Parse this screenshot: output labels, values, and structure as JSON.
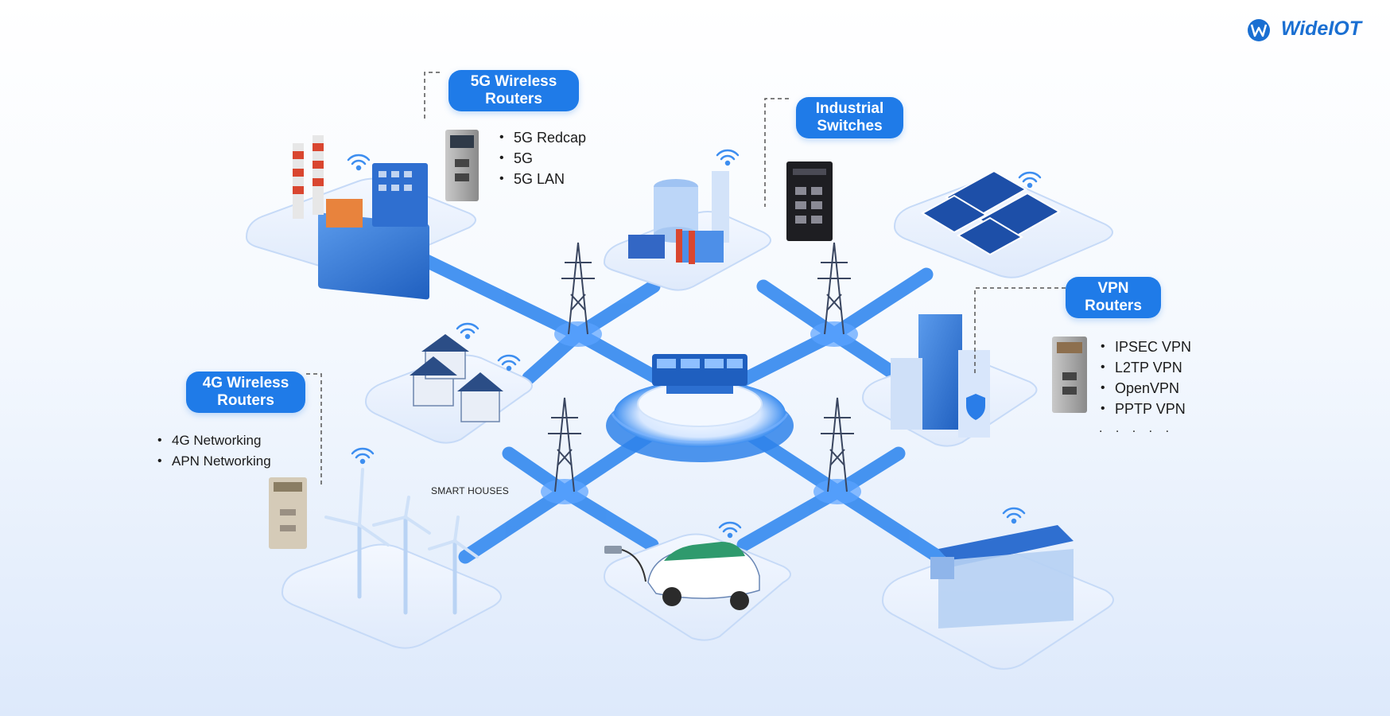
{
  "brand": {
    "name": "WideIOT",
    "logo_color": "#1a6fd2"
  },
  "colors": {
    "accent": "#1f7be8",
    "link": "#3d8ef0",
    "tile": "#eaf2fd",
    "tile_edge": "#c6daf7"
  },
  "labels": {
    "router_5g": {
      "line1": "5G Wireless",
      "line2": "Routers",
      "features": [
        "5G Redcap",
        "5G",
        "5G LAN"
      ]
    },
    "switches": {
      "line1": "Industrial",
      "line2": "Switches"
    },
    "vpn": {
      "line1": "VPN",
      "line2": "Routers",
      "features": [
        "IPSEC VPN",
        "L2TP VPN",
        "OpenVPN",
        "PPTP VPN"
      ],
      "more": ". . . . ."
    },
    "router_4g": {
      "line1": "4G Wireless",
      "line2": "Routers",
      "features": [
        "4G Networking",
        "APN Networking"
      ]
    }
  },
  "captions": {
    "smart_houses": "SMART HOUSES"
  },
  "nodes": [
    "factory",
    "power-plant",
    "solar-farm",
    "smart-houses",
    "control-center",
    "office-buildings",
    "wind-farm",
    "electric-vehicle",
    "hydro-plant"
  ],
  "icons": [
    "wifi-icon",
    "transmission-tower-icon",
    "router-device-icon",
    "switch-device-icon",
    "shield-icon",
    "charger-icon"
  ]
}
